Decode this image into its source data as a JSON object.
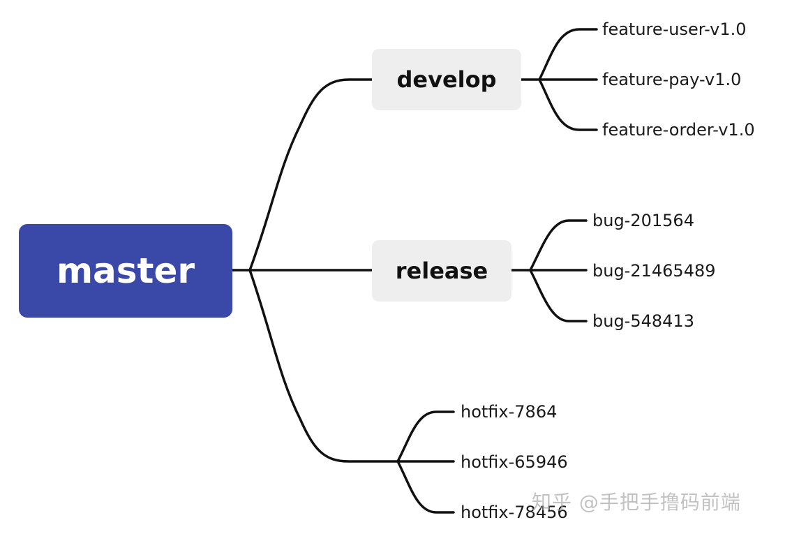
{
  "colors": {
    "root_fill": "#3a48a8",
    "branch_fill": "#eeeeee",
    "line": "#111111"
  },
  "root": {
    "label": "master"
  },
  "branches": [
    {
      "label": "develop",
      "children": [
        "feature-user-v1.0",
        "feature-pay-v1.0",
        "feature-order-v1.0"
      ]
    },
    {
      "label": "release",
      "children": [
        "bug-201564",
        "bug-21465489",
        "bug-548413"
      ]
    },
    {
      "label": "",
      "children": [
        "hotfix-7864",
        "hotfix-65946",
        "hotfix-78456"
      ]
    }
  ],
  "watermark": "知乎 @手把手撸码前端"
}
